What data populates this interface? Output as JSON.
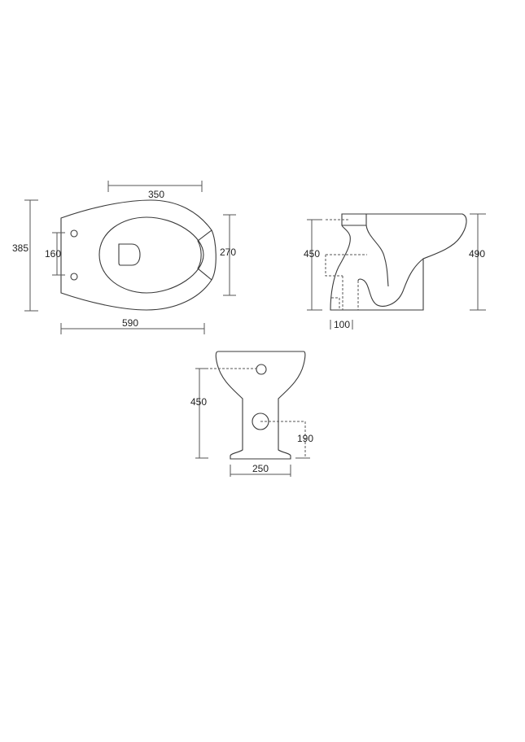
{
  "top_view": {
    "dimensions": {
      "seat_width": "350",
      "total_width": "385",
      "hinge_spacing": "160",
      "front_width": "270",
      "length": "590"
    }
  },
  "side_view": {
    "dimensions": {
      "outlet_height": "450",
      "total_height": "490",
      "outlet_offset": "100"
    }
  },
  "rear_view": {
    "dimensions": {
      "outlet_height": "450",
      "inlet_height": "190",
      "base_width": "250"
    }
  }
}
